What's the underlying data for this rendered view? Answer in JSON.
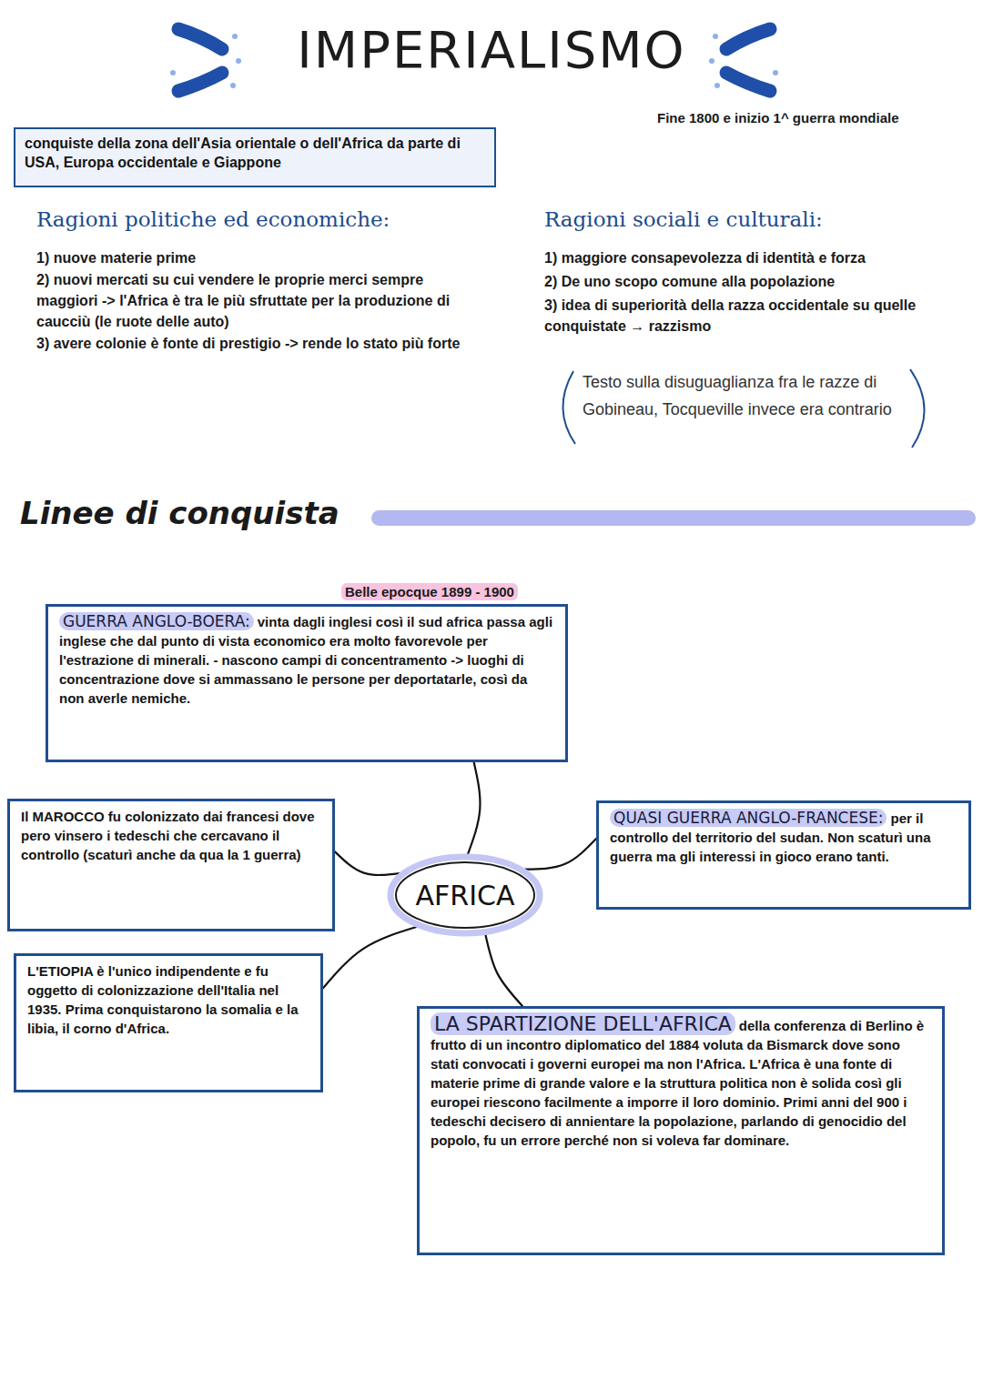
{
  "diagram": {
    "title": "IMPERIALISMO",
    "nodes": [
      {
        "text": [
          "conquiste della zona dell'Asia orientale o dell'Africa da parte di USA, Europa occidentale e Giappone"
        ]
      },
      {
        "text": [
          "GUERRA ANGLO-BOERA:",
          "vinta dagli inglesi così il sud africa passa agli inglese che dal punto di vista economico era molto favorevole per l'estrazione di minerali. - nascono campi di concentramento -> luoghi di concentrazione dove si ammassano le persone per deportatarle, così da non averle nemiche."
        ]
      },
      {
        "text": [
          "Il MAROCCO fu colonizzato dai francesi dove pero vinsero i tedeschi che cercavano il controllo (scaturì anche da qua la 1 guerra)"
        ]
      },
      {
        "text": [
          "AFRICA"
        ]
      },
      {
        "text": [
          "QUASI GUERRA ANGLO-FRANCESE:",
          "per il controllo del territorio del sudan. Non scaturì una guerra ma gli interessi in gioco erano tanti."
        ]
      },
      {
        "text": [
          "L'ETIOPIA è l'unico indipendente e fu oggetto di colonizzazione dell'Italia nel 1935. Prima conquistarono la somalia e la libia, il corno d'Africa."
        ]
      },
      {
        "text": [
          "LA SPARTIZIONE DELL'AFRICA",
          "della conferenza di Berlino è frutto di un incontro diplomatico del 1884 voluta da Bismarck dove sono stati convocati i governi europei ma non l'Africa. L'Africa è una fonte di materie prime di grande valore e la struttura politica non è solida così gli europei riescono facilmente a imporre il loro dominio. Primi anni del 900 i tedeschi decisero di annientare la popolazione, parlando di genocidio del popolo, fu un errore perché non si voleva far dominare."
        ]
      }
    ],
    "edges": [
      {
        "from": 3,
        "to": 1,
        "arrow": "none"
      },
      {
        "from": 3,
        "to": 2,
        "arrow": "none"
      },
      {
        "from": 3,
        "to": 4,
        "arrow": "none"
      },
      {
        "from": 3,
        "to": 5,
        "arrow": "none"
      },
      {
        "from": 3,
        "to": 6,
        "arrow": "none"
      }
    ],
    "labels": [
      "Fine 1800 e inizio 1^ guerra mondiale",
      "Ragioni politiche ed economiche:",
      "1) nuove materie prime",
      "2) nuovi mercati su cui vendere le proprie merci sempre maggiori -> l'Africa è tra le più sfruttate per la produzione di caucciù (le ruote delle auto)",
      "3) avere colonie è fonte di prestigio -> rende lo stato più forte",
      "Ragioni sociali e culturali:",
      "1) maggiore consapevolezza di identità e forza",
      "2) De uno scopo comune alla popolazione",
      "3) idea di superiorità della razza occidentale su quelle conquistate → razzismo",
      "Testo sulla disuguaglianza fra le razze di Gobineau, Tocqueville invece era contrario",
      "Linee di conquista",
      "Belle epocque 1899 - 1900"
    ]
  }
}
